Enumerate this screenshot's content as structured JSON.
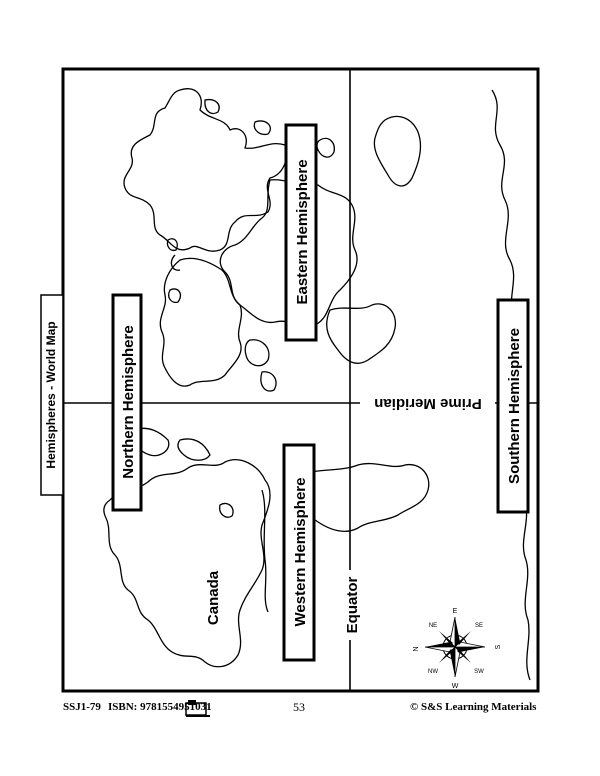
{
  "page_title": "Hemispheres - World Map",
  "labels": {
    "northern": "Northern Hemisphere",
    "southern": "Southern Hemisphere",
    "eastern": "Eastern Hemisphere",
    "western": "Western Hemisphere",
    "prime_meridian": "Prime Meridian",
    "equator": "Equator",
    "canada": "Canada"
  },
  "compass": {
    "north": "N",
    "south": "S",
    "east": "E",
    "west": "W",
    "northeast": "NE",
    "northwest": "NW",
    "southeast": "SE",
    "southwest": "SW"
  },
  "footer": {
    "code": "SSJ1-79",
    "isbn": "ISBN: 9781554951031",
    "page_number": "53",
    "copyright": "© S&S Learning Materials"
  }
}
